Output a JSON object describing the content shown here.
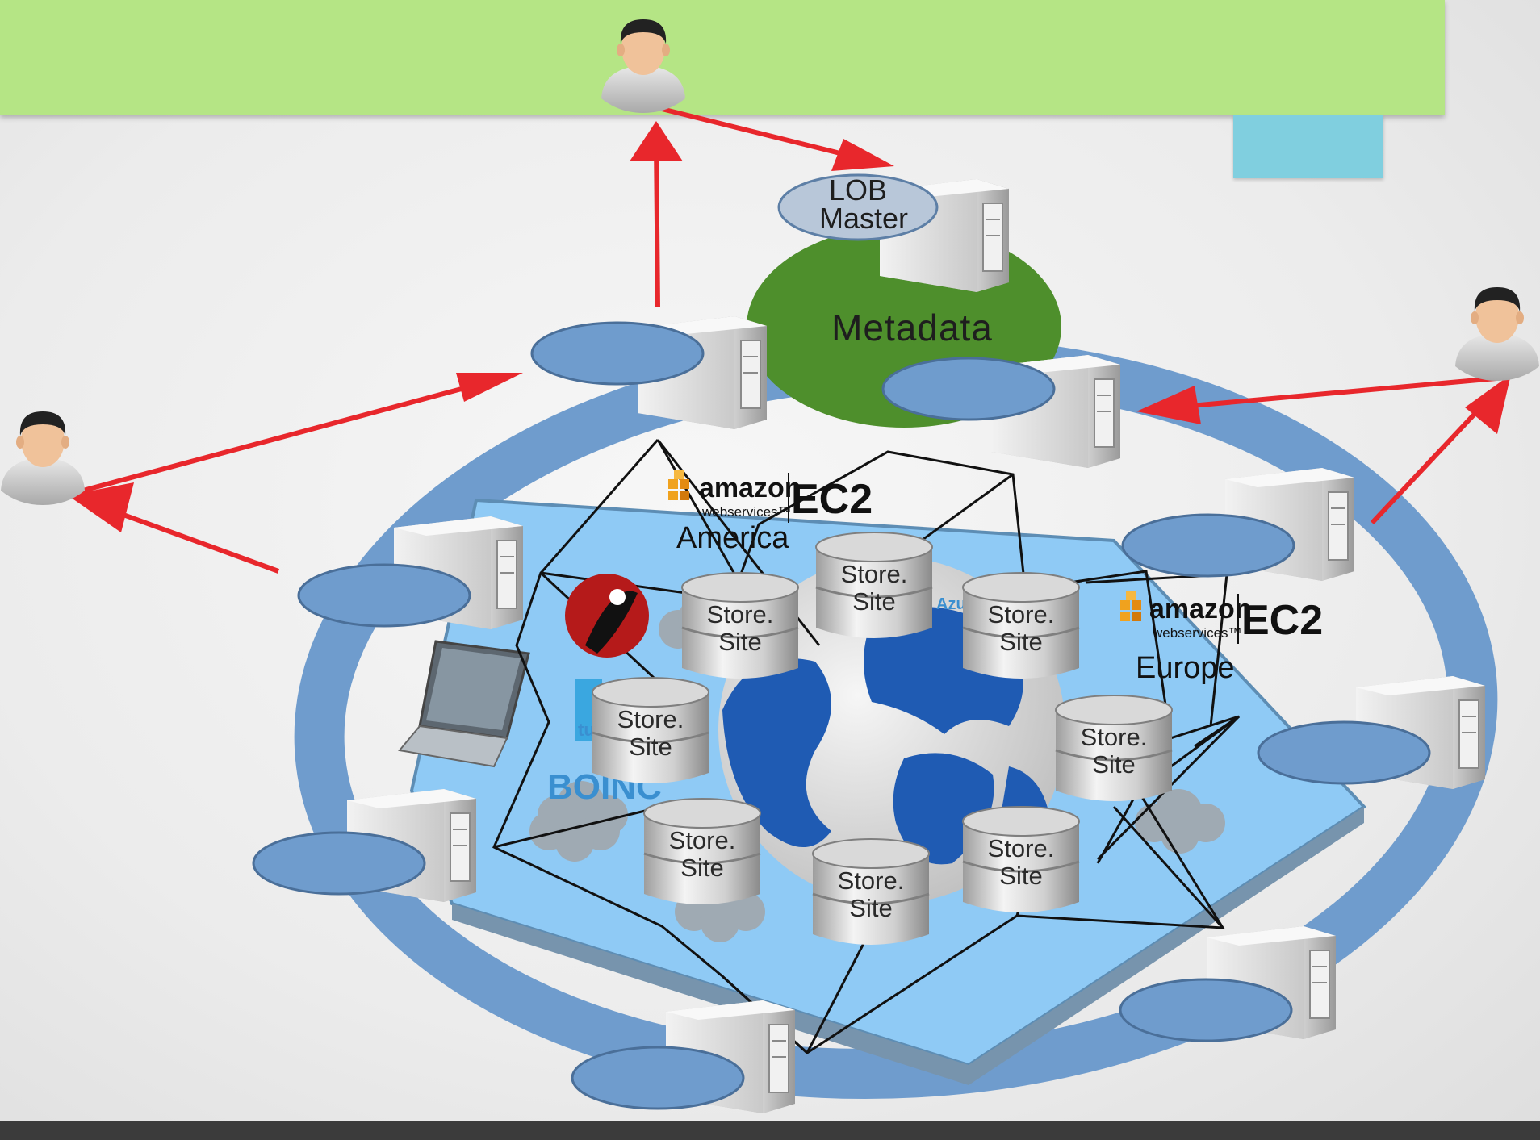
{
  "metadata": {
    "label": "Metadata"
  },
  "lob_master": {
    "line1": "LOB",
    "line2": "Master"
  },
  "regions": {
    "america": "America",
    "europe": "Europe"
  },
  "aws_logo": {
    "brand": "amazon",
    "sub": "webservices™",
    "service": "EC2"
  },
  "store_site": {
    "line1": "Store.",
    "line2": "Site"
  },
  "logos": {
    "boinc": "BOINC",
    "azure": "Azu",
    "tu": "tu"
  },
  "colors": {
    "banner": "#b5e585",
    "ring": "#6f9ccd",
    "metadata": "#4e8f2c",
    "arrow": "#e8272c",
    "platform": "#8fcaf5"
  }
}
